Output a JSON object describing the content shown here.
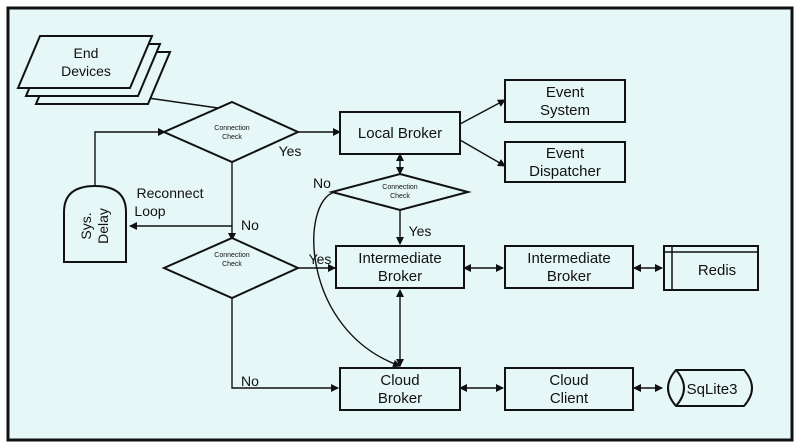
{
  "diagram": {
    "nodes": {
      "end_devices": {
        "line1": "End",
        "line2": "Devices"
      },
      "conn_check_1": {
        "label_line1": "Connection",
        "label_line2": "Check"
      },
      "conn_check_2": {
        "label_line1": "Connection",
        "label_line2": "Check"
      },
      "conn_check_3": {
        "label_line1": "Connection",
        "label_line2": "Check"
      },
      "local_broker": {
        "label": "Local Broker"
      },
      "event_system": {
        "line1": "Event",
        "line2": "System"
      },
      "event_dispatcher": {
        "line1": "Event",
        "line2": "Dispatcher"
      },
      "intermediate_broker_1": {
        "line1": "Intermediate",
        "line2": "Broker"
      },
      "intermediate_broker_2": {
        "line1": "Intermediate",
        "line2": "Broker"
      },
      "redis": {
        "label": "Redis"
      },
      "cloud_broker": {
        "line1": "Cloud",
        "line2": "Broker"
      },
      "cloud_client": {
        "line1": "Cloud",
        "line2": "Client"
      },
      "sqlite": {
        "label": "SqLite3"
      },
      "sys_delay": {
        "line1": "Sys.",
        "line2": "Delay"
      }
    },
    "edge_labels": {
      "yes_local": "Yes",
      "yes_intermediate": "Yes",
      "yes_conn3": "Yes",
      "no_conn1": "No",
      "no_conn2": "No",
      "no_conn3": "No",
      "reconnect_line1": "Reconnect",
      "reconnect_line2": "Loop"
    }
  }
}
